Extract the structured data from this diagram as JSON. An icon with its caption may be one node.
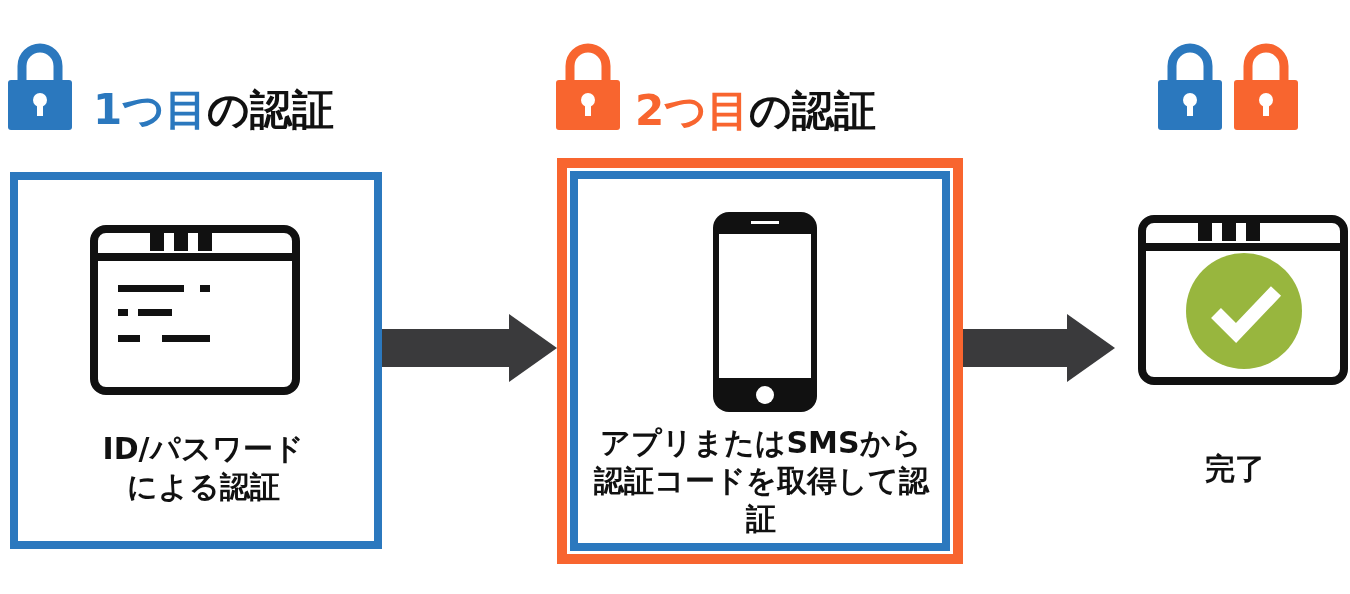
{
  "diagram": {
    "nodes": [
      {
        "text": [
          "1つ目",
          "の認証",
          "ID/パスワードによる認証"
        ]
      },
      {
        "text": [
          "2つ目",
          "の認証"
        ]
      },
      {
        "text": [
          "アプリまたはSMSから認証コードを取得して認証"
        ],
        "in": 1
      },
      {
        "text": [
          "完了"
        ]
      }
    ],
    "edges": [
      {
        "from": 0,
        "to": 1,
        "arrow": "to"
      },
      {
        "from": 1,
        "to": 3,
        "arrow": "to"
      }
    ]
  }
}
